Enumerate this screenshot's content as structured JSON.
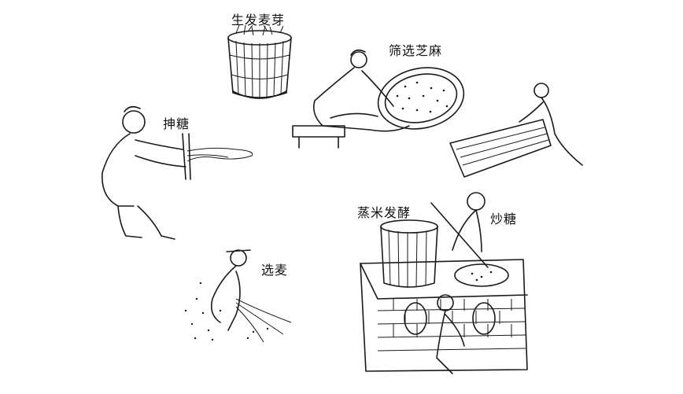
{
  "scenes": [
    {
      "id": "sprout-barley",
      "label": "生发麦芽"
    },
    {
      "id": "sift-sesame",
      "label": "筛选芝麻"
    },
    {
      "id": "pull-sugar",
      "label": "抻糖"
    },
    {
      "id": "steam-rice-ferment",
      "label": "蒸米发酵"
    },
    {
      "id": "stir-fry-sugar",
      "label": "炒糖"
    },
    {
      "id": "select-wheat",
      "label": "选麦"
    }
  ],
  "colors": {
    "ink": "#1a1a1a",
    "background": "#ffffff"
  }
}
